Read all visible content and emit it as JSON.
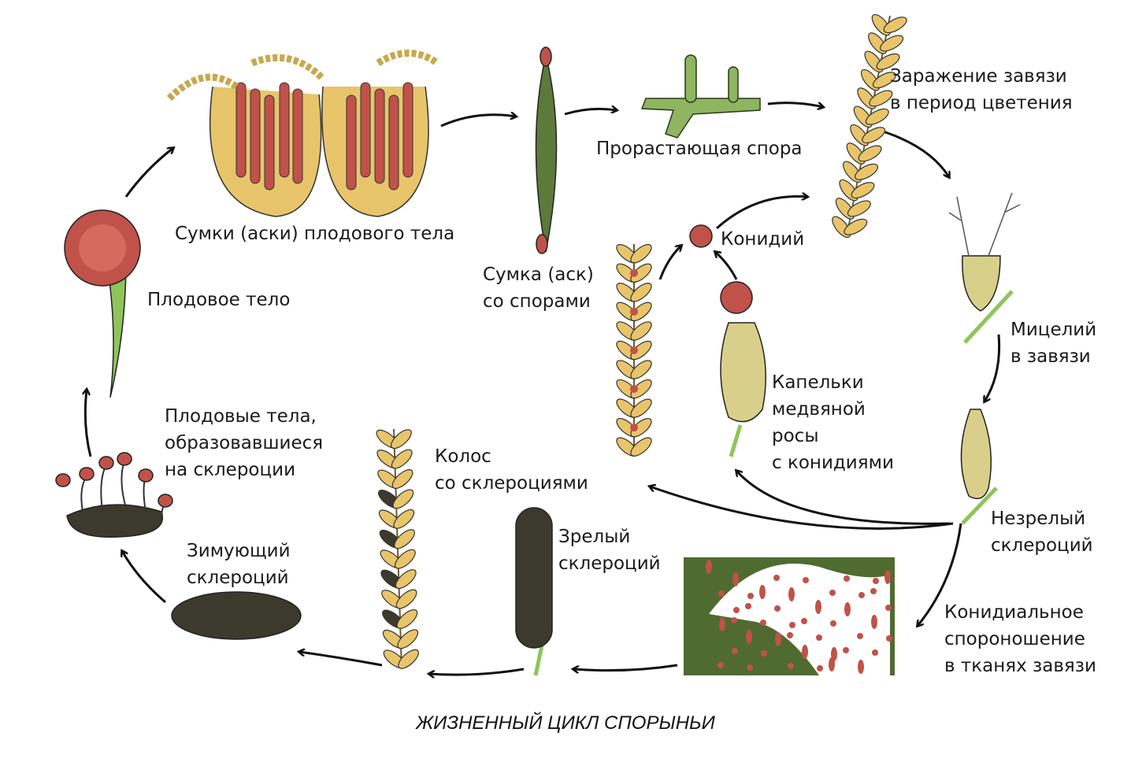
{
  "colors": {
    "kernel": "#e8c56a",
    "spore_red": "#c0524a",
    "green": "#5c7a3a",
    "light_green": "#8fc45a",
    "ovary": "#d8d08a",
    "sclerotium": "#3b3a2c"
  },
  "labels": {
    "asci_fruit_body": "Сумки (аски) плодового тела",
    "ascus": [
      "Сумка (аск)",
      "со спорами"
    ],
    "germinating_spore": "Прорастающая спора",
    "ovary_infection": [
      "Заражение завязи",
      "в период цветения"
    ],
    "conidium": "Конидий",
    "fruit_body": "Плодовое тело",
    "mycelium": [
      "Мицелий",
      "в завязи"
    ],
    "honeydew": [
      "Капельки",
      "медвяной",
      "росы",
      "с конидиями"
    ],
    "fruit_bodies_on_sclerotium": [
      "Плодовые тела,",
      "образовавшиеся",
      "на склероции"
    ],
    "ear_with_sclerotia": [
      "Колос",
      "со склероциями"
    ],
    "mature_sclerotium": [
      "Зрелый",
      "склероций"
    ],
    "immature_sclerotium": [
      "Незрелый",
      "склероций"
    ],
    "overwintering_sclerotium": [
      "Зимующий",
      "склероций"
    ],
    "conidial_sporulation": [
      "Конидиальное",
      "спороношение",
      "в тканях завязи"
    ]
  },
  "caption": "ЖИЗНЕННЫЙ ЦИКЛ СПОРЫНЬИ"
}
